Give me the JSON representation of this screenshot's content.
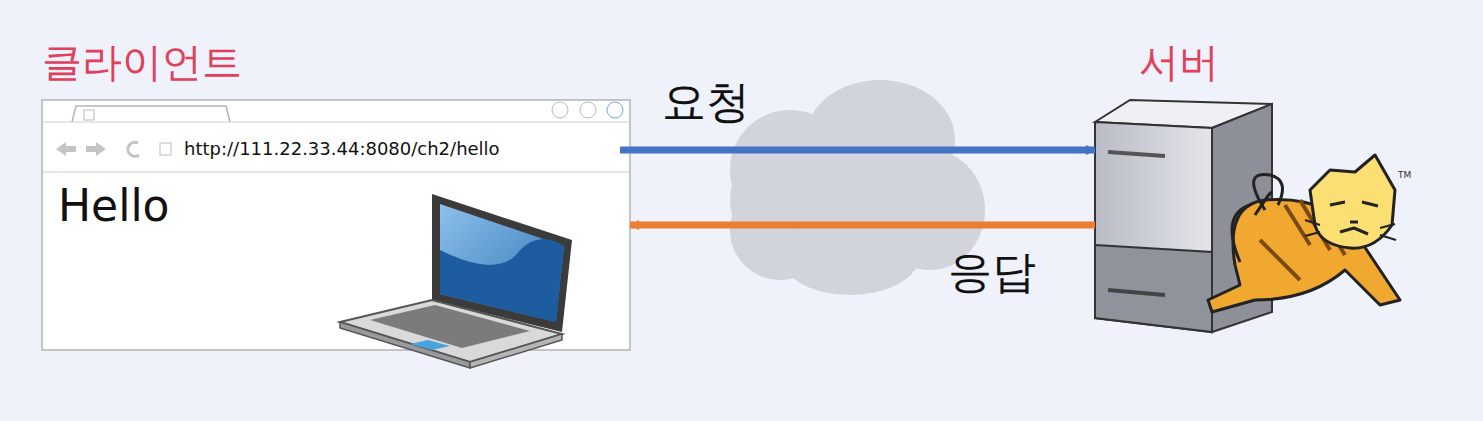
{
  "diagram": {
    "nodes": [
      {
        "text": [
          "클라이언트",
          "Hello"
        ]
      },
      {
        "text": [
          "http://111.22.33.44:8080/ch2/hello"
        ],
        "in": 0
      },
      {
        "text": [
          "서버"
        ]
      }
    ],
    "edges": [
      {
        "from": 1,
        "to": 2,
        "label": "요청",
        "arrow": "to"
      },
      {
        "from": 2,
        "to": 0,
        "label": "응답",
        "arrow": "to"
      }
    ]
  }
}
